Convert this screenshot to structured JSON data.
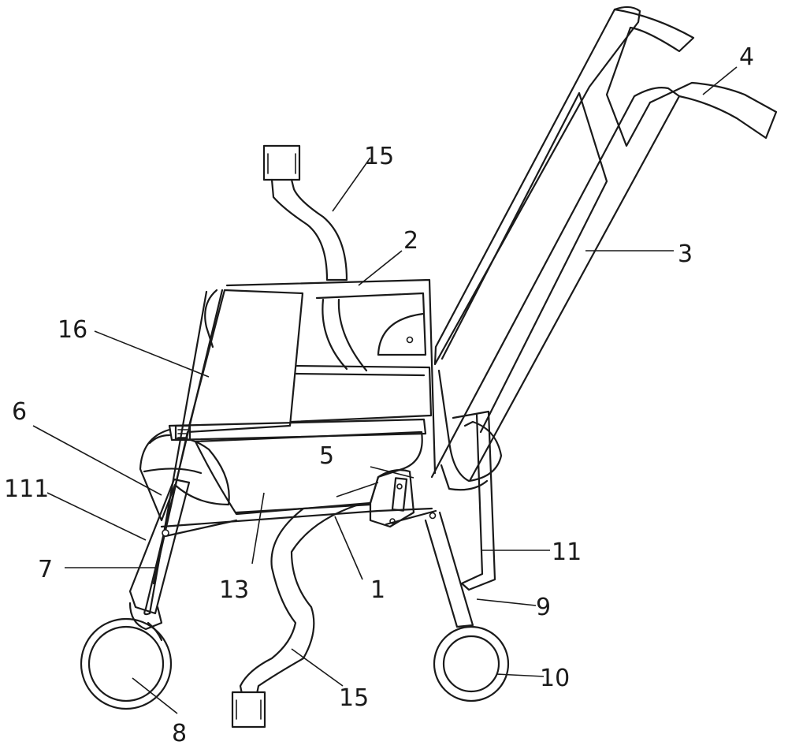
{
  "labels": {
    "seat_frame": "1",
    "upper_frame": "2",
    "push_handle_frame": "3",
    "handle_grip": "4",
    "seat_bracket": "5",
    "front_armrest_bag": "6",
    "front_leg": "7",
    "front_wheel": "8",
    "rear_leg": "9",
    "rear_wheel": "10",
    "rear_support": "11",
    "front_joint": "111",
    "seat_cushion": "13",
    "strap_top": "15",
    "strap_bottom": "15",
    "backrest_panel": "16"
  }
}
